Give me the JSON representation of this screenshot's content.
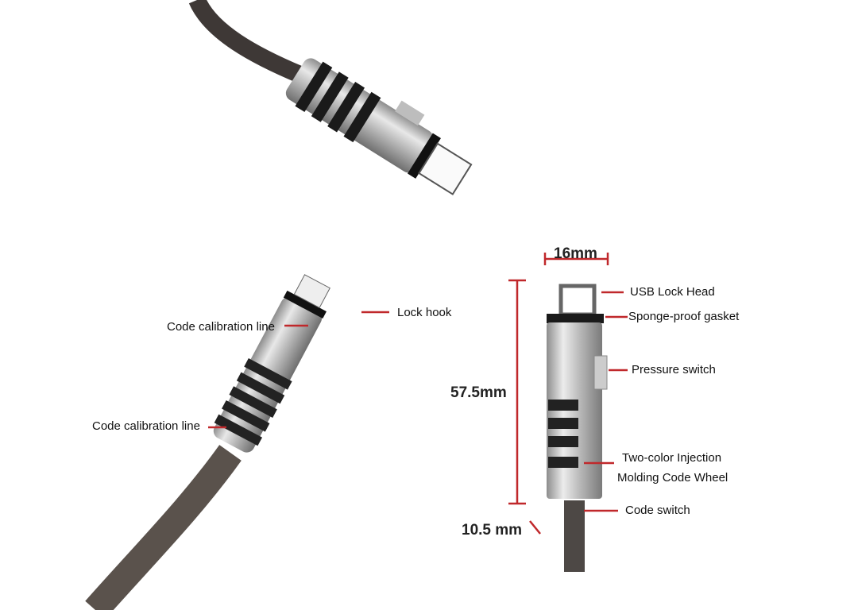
{
  "dimensions": {
    "width": "16mm",
    "length": "57.5mm",
    "cable": "10.5 mm"
  },
  "labels": {
    "code_calibration_line_top": "Code calibration line",
    "code_calibration_line_bottom": "Code calibration line",
    "lock_hook": "Lock hook",
    "usb_lock_head": "USB Lock Head",
    "sponge_proof_gasket": "Sponge-proof gasket",
    "pressure_switch": "Pressure switch",
    "code_wheel_line1": "Two-color Injection",
    "code_wheel_line2": "Molding Code Wheel",
    "code_switch": "Code switch"
  },
  "colors": {
    "annotation": "#c0282b",
    "metal": "#b9b9b9",
    "cable": "#4a4440"
  }
}
